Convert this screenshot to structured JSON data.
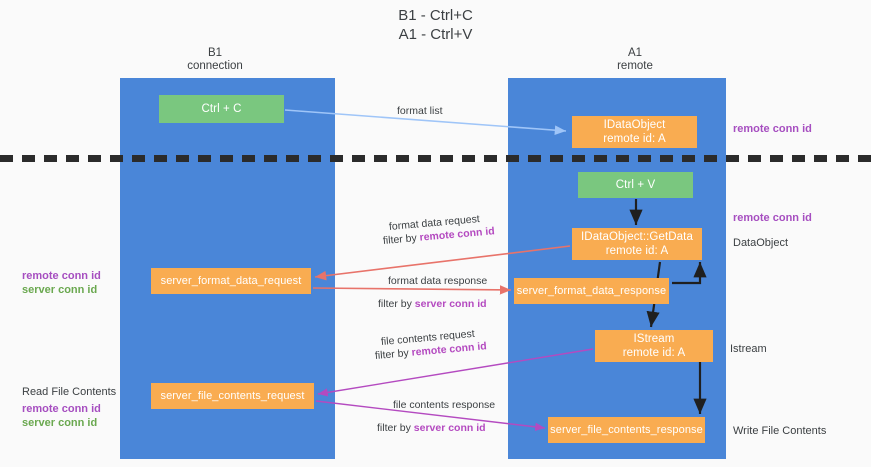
{
  "title": "B1 - Ctrl+C\nA1 - Ctrl+V",
  "columns": {
    "left": "B1\nconnection",
    "right": "A1\nremote"
  },
  "colors": {
    "lane": "#4a86d8",
    "node_green": "#7ac77f",
    "node_orange": "#f9ac51",
    "conn_purple": "#a64ec0",
    "conn_green": "#6aa84f",
    "arrow_blue": "#9fc5f8",
    "arrow_red": "#e8736a",
    "arrow_magenta": "#b44ac0",
    "arrow_black": "#1f1f1f",
    "divider": "#2b2b2b"
  },
  "nodes": {
    "ctrl_c": "Ctrl + C",
    "idataobject": "IDataObject\nremote id: A",
    "ctrl_v": "Ctrl + V",
    "getdata": "IDataObject::GetData\nremote id: A",
    "server_format_data_response": "server_format_data_response",
    "istream": "IStream\nremote id: A",
    "server_format_data_request": "server_format_data_request",
    "server_file_contents_request": "server_file_contents_request",
    "server_file_contents_response": "server_file_contents_response"
  },
  "edges": {
    "format_list": "format list",
    "format_data_request": "format data request",
    "format_data_request_filter_prefix": "filter by ",
    "format_data_request_filter_key": "remote conn id",
    "format_data_response": "format data response",
    "format_data_response_filter_prefix": "filter by ",
    "format_data_response_filter_key": "server conn id",
    "file_contents_request": "file contents request",
    "file_contents_request_filter_prefix": "filter by ",
    "file_contents_request_filter_key": "remote conn id",
    "file_contents_response": "file contents response",
    "file_contents_response_filter_prefix": "filter by ",
    "file_contents_response_filter_key": "server conn id"
  },
  "side_labels": {
    "right_remote_conn_top": "remote conn id",
    "right_remote_conn_mid": "remote conn id",
    "right_dataobject": "DataObject",
    "right_istream": "Istream",
    "right_write_file": "Write File Contents",
    "left_remote_conn_1": "remote conn id",
    "left_server_conn_1": "server conn id",
    "left_read_file": "Read File Contents",
    "left_remote_conn_2": "remote conn id",
    "left_server_conn_2": "server conn id"
  }
}
